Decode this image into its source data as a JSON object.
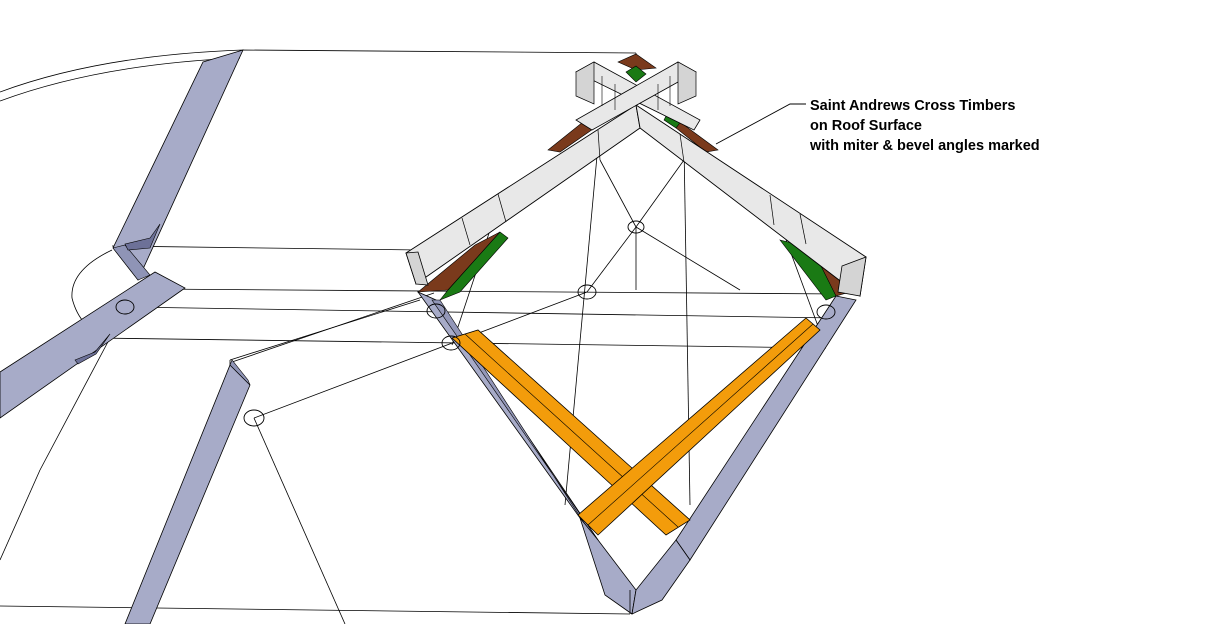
{
  "annotation": {
    "lines": [
      "Saint Andrews Cross Timbers",
      "on Roof Surface",
      "with miter & bevel angles marked"
    ]
  },
  "colors": {
    "purlin_fill": "#a7abc8",
    "brace_fill": "#f39c0b",
    "rafter_fill": "#e8e8e8",
    "bevel_green": "#1a7a14",
    "bevel_brown": "#7a3a1c",
    "line": "#000000",
    "background": "#ffffff"
  },
  "icons": {
    "reference_point": "circle-marker"
  }
}
